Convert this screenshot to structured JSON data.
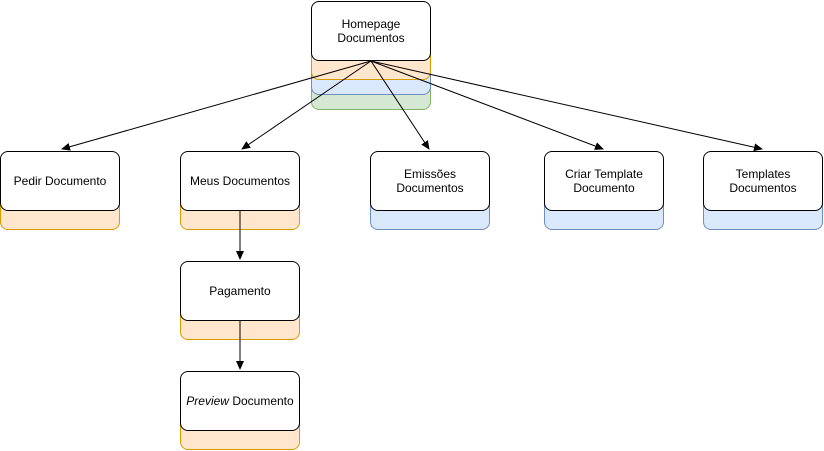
{
  "nodes": {
    "homepage": "Homepage\nDocumentos",
    "pedir": "Pedir Documento",
    "meus": "Meus Documentos",
    "emissoes": "Emissões\nDocumentos",
    "criar": "Criar Template\nDocumento",
    "templates": "Templates\nDocumentos",
    "pagamento": "Pagamento",
    "preview_italic": "Preview",
    "preview_rest": " Documento"
  },
  "colors": {
    "orange_fill": "#ffe6cc",
    "orange_stroke": "#d79b00",
    "blue_fill": "#dae8fc",
    "blue_stroke": "#6c8ebf",
    "green_fill": "#d5e8d4",
    "green_stroke": "#82b366"
  }
}
